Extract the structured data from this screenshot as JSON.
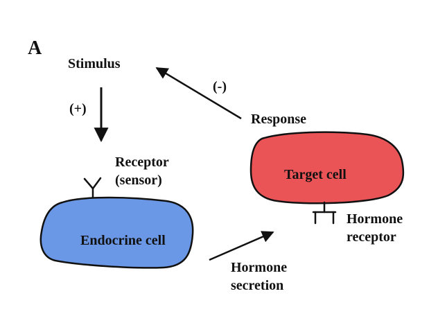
{
  "panel_label": "A",
  "labels": {
    "stimulus": "Stimulus",
    "positive": "(+)",
    "negative": "(-)",
    "response": "Response",
    "receptor_line1": "Receptor",
    "receptor_line2": "(sensor)",
    "endocrine_cell": "Endocrine cell",
    "target_cell": "Target cell",
    "hormone_receptor_line1": "Hormone",
    "hormone_receptor_line2": "receptor",
    "hormone_secretion_line1": "Hormone",
    "hormone_secretion_line2": "secretion"
  },
  "colors": {
    "endocrine_cell": "#6a97e6",
    "target_cell": "#eb5457",
    "outline": "#111111",
    "text": "#111111",
    "background": "#ffffff"
  }
}
